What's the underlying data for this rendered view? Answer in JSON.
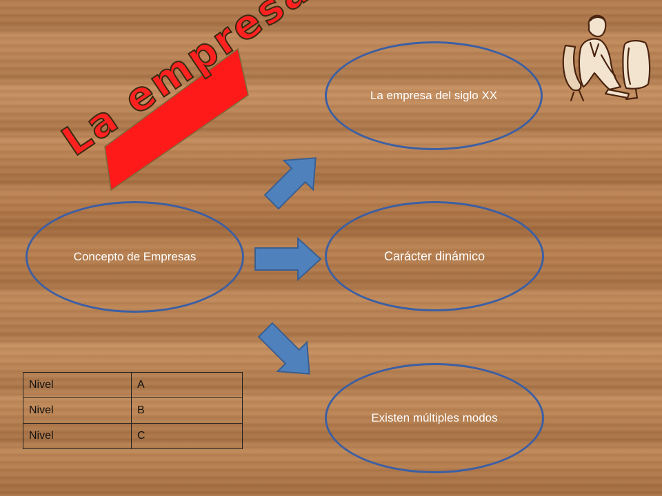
{
  "title": "La empresa",
  "nodes": {
    "concepto": "Concepto de Empresas",
    "siglo": "La empresa del siglo XX",
    "caracter": "Carácter dinámico",
    "modos": "Existen múltiples modos"
  },
  "table": {
    "rows": [
      {
        "label": "Nivel",
        "value": "A"
      },
      {
        "label": "Nivel",
        "value": "B"
      },
      {
        "label": "Nivel",
        "value": "C"
      }
    ]
  },
  "icons": {
    "clipart": "person-at-computer-icon"
  },
  "colors": {
    "ellipse_border": "#3d5fa3",
    "arrow_fill": "#4f81bd",
    "banner_fill": "#ff1a1a",
    "text": "#ffffff"
  }
}
